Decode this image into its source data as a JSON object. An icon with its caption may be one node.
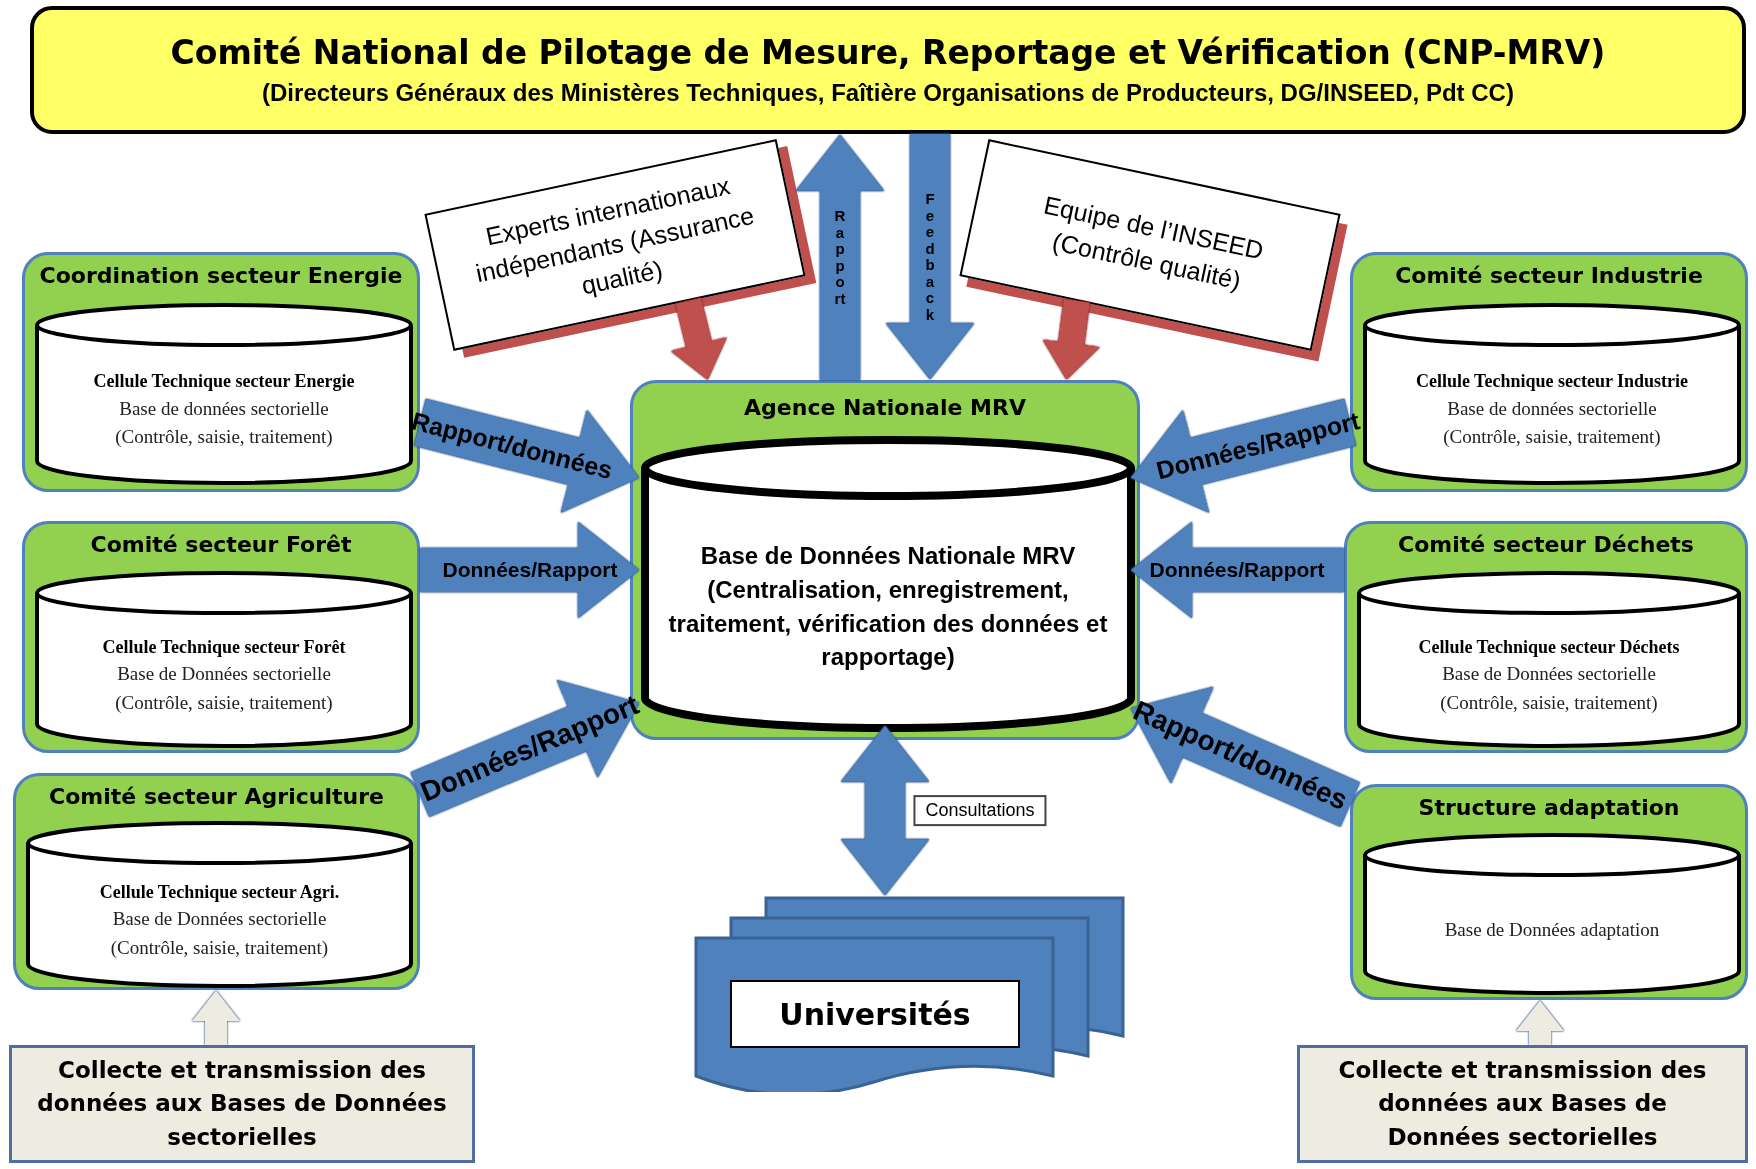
{
  "diagram": {
    "nodes": [
      {
        "text": [
          "Comité National de Pilotage de Mesure, Reportage et Vérification (CNP-MRV)",
          "(Directeurs Généraux des Ministères Techniques, Faîtière Organisations de Producteurs, DG/INSEED, Pdt CC)"
        ]
      },
      {
        "text": [
          "Agence Nationale MRV"
        ]
      },
      {
        "text": [
          "Base de Données Nationale MRV (Centralisation, enregistrement, traitement, vérification des données et rapportage)"
        ],
        "in": 1
      },
      {
        "text": [
          "Experts internationaux indépendants (Assurance qualité)"
        ]
      },
      {
        "text": [
          "Equipe de l’INSEED (Contrôle qualité)"
        ]
      },
      {
        "text": [
          "Coordination secteur Energie"
        ]
      },
      {
        "text": [
          "Cellule Technique secteur Energie",
          "Base de données sectorielle (Contrôle, saisie, traitement)"
        ],
        "in": 5
      },
      {
        "text": [
          "Comité secteur Forêt"
        ]
      },
      {
        "text": [
          "Cellule Technique secteur Forêt",
          "Base de Données sectorielle (Contrôle, saisie, traitement)"
        ],
        "in": 7
      },
      {
        "text": [
          "Comité secteur Agriculture"
        ]
      },
      {
        "text": [
          "Cellule Technique secteur Agri.",
          "Base de Données sectorielle (Contrôle, saisie, traitement)"
        ],
        "in": 9
      },
      {
        "text": [
          "Comité secteur Industrie"
        ]
      },
      {
        "text": [
          "Cellule Technique secteur Industrie",
          "Base de données sectorielle (Contrôle, saisie, traitement)"
        ],
        "in": 11
      },
      {
        "text": [
          "Comité secteur Déchets"
        ]
      },
      {
        "text": [
          "Cellule Technique secteur Déchets",
          "Base de Données sectorielle (Contrôle, saisie, traitement)"
        ],
        "in": 13
      },
      {
        "text": [
          "Structure adaptation"
        ]
      },
      {
        "text": [
          "Base de Données adaptation"
        ],
        "in": 15
      },
      {
        "text": [
          "Collecte et transmission des données aux Bases de Données sectorielles"
        ]
      },
      {
        "text": [
          "Collecte et transmission des données aux Bases de Données sectorielles"
        ]
      },
      {
        "text": [
          "Universités"
        ]
      }
    ],
    "edges": [
      {
        "from": 1,
        "to": 0,
        "arrow": "to",
        "label": "Rapport"
      },
      {
        "from": 0,
        "to": 1,
        "arrow": "to",
        "label": "Feedback"
      },
      {
        "from": 3,
        "to": 1,
        "arrow": "to",
        "color": "#c0504d"
      },
      {
        "from": 4,
        "to": 1,
        "arrow": "to",
        "color": "#c0504d"
      },
      {
        "from": 5,
        "to": 2,
        "arrow": "to",
        "label": "Rapport/données"
      },
      {
        "from": 7,
        "to": 2,
        "arrow": "to",
        "label": "Données/Rapport"
      },
      {
        "from": 9,
        "to": 2,
        "arrow": "to",
        "label": "Données/Rapport"
      },
      {
        "from": 11,
        "to": 2,
        "arrow": "to",
        "label": "Données/Rapport"
      },
      {
        "from": 13,
        "to": 2,
        "arrow": "to",
        "label": "Données/Rapport"
      },
      {
        "from": 15,
        "to": 2,
        "arrow": "to",
        "label": "Rapport/données"
      },
      {
        "from": 19,
        "to": 2,
        "arrow": "both",
        "label": "Consultations"
      },
      {
        "from": 17,
        "to": 9,
        "arrow": "to",
        "color": "#eeece1"
      },
      {
        "from": 18,
        "to": 15,
        "arrow": "to",
        "color": "#eeece1"
      }
    ]
  }
}
